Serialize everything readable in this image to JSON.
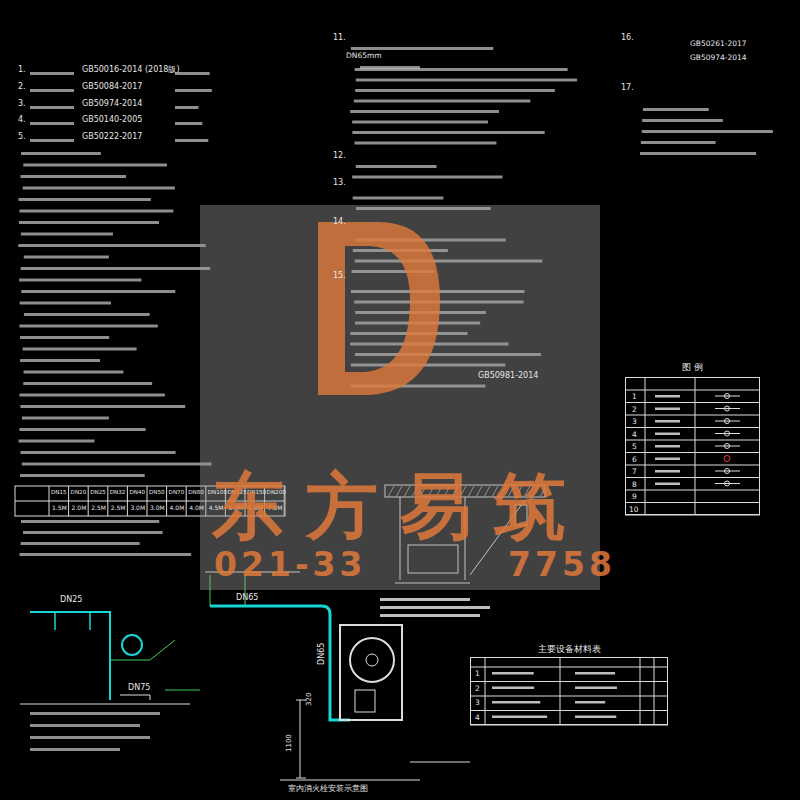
{
  "diagram": {
    "nodes": [
      {
        "text": [
          "图 例"
        ]
      },
      {
        "text": [
          "主要设备材料表"
        ]
      }
    ],
    "labels": [
      "1.",
      "GB50016-2014 (2018版)",
      "2.",
      "GB50084-2017",
      "3.",
      "GB50974-2014",
      "4.",
      "GB50140-2005",
      "5.",
      "GB50222-2017",
      "DN15",
      "DN20",
      "DN25",
      "DN32",
      "DN40",
      "DN50",
      "DN70",
      "DN80",
      "DN100",
      "DN125",
      "DN150",
      "DN200",
      "1.5M",
      "2.0M",
      "2.5M",
      "2.5M",
      "3.0M",
      "3.0M",
      "4.0M",
      "4.0M",
      "4.5M",
      "5.0M",
      "6.0M",
      "7.0M",
      "11.",
      "DN65mm",
      "12.",
      "13.",
      "14.",
      "15.",
      "GB50981-2014",
      "16.",
      "GB50261-2017",
      "GB50974-2014",
      "17.",
      "1",
      "2",
      "3",
      "4",
      "5",
      "6",
      "7",
      "8",
      "9",
      "10",
      "1",
      "2",
      "3",
      "4",
      "DN25",
      "DN75",
      "DN65",
      "DN65",
      "1100",
      "320",
      "室内消火栓安装示意图",
      "东方易筑",
      "021-33",
      "7758"
    ]
  }
}
